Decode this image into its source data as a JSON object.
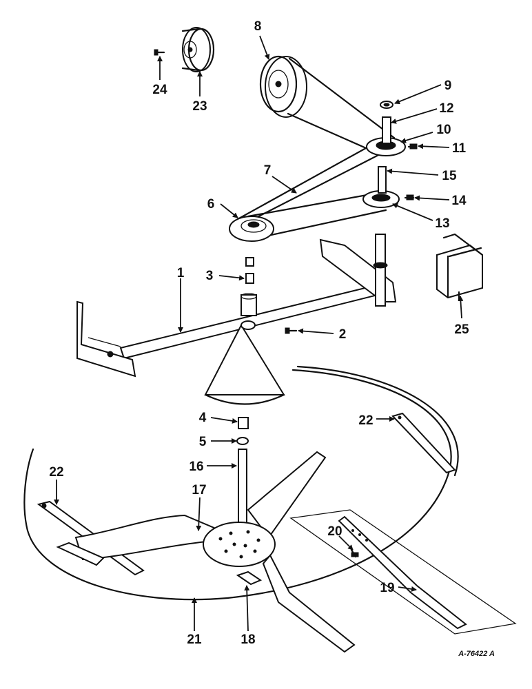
{
  "diagram": {
    "reference_code": "A-76422 A",
    "callouts": [
      "1",
      "2",
      "3",
      "4",
      "5",
      "6",
      "7",
      "8",
      "9",
      "10",
      "11",
      "12",
      "13",
      "14",
      "15",
      "16",
      "17",
      "18",
      "19",
      "20",
      "21",
      "22",
      "22",
      "23",
      "24",
      "25"
    ]
  },
  "colors": {
    "ink": "#111111",
    "paper": "#ffffff"
  }
}
